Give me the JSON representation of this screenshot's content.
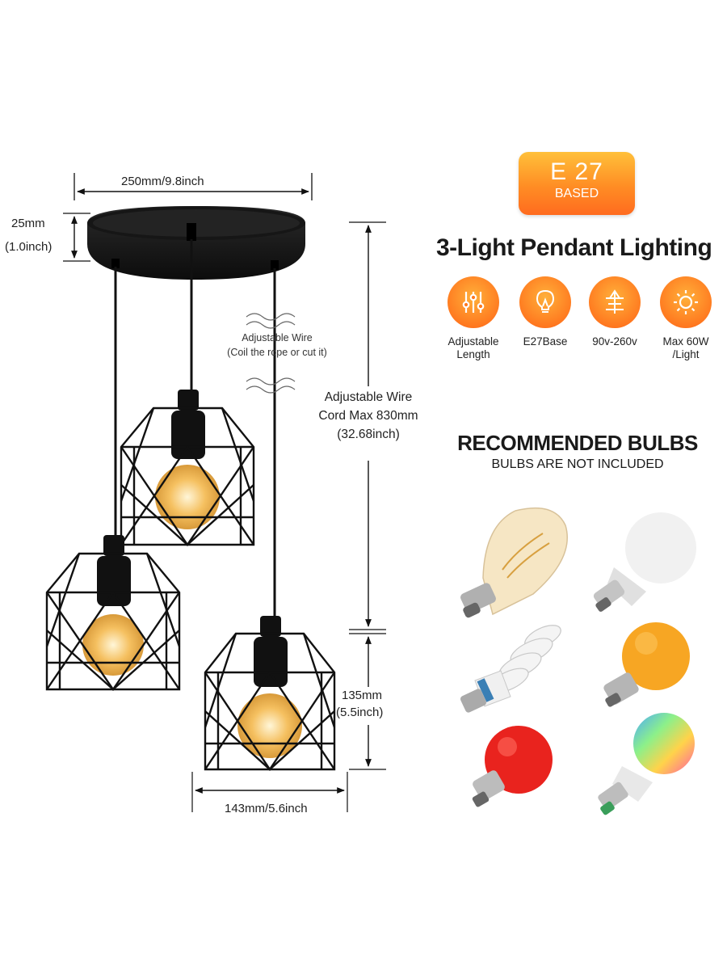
{
  "dimensions": {
    "width_top": "250mm/9.8inch",
    "canopy_height_mm": "25mm",
    "canopy_height_in": "(1.0inch)",
    "wire_note_line1": "Adjustable Wire",
    "wire_note_line2": "(Coil the rope or cut it)",
    "cord_line1": "Adjustable Wire",
    "cord_line2": "Cord Max 830mm",
    "cord_line3": "(32.68inch)",
    "shade_height_mm": "135mm",
    "shade_height_in": "(5.5inch)",
    "shade_width": "143mm/5.6inch"
  },
  "badge": {
    "line1": "E 27",
    "line2": "BASED"
  },
  "title": "3-Light Pendant Lighting",
  "features": [
    {
      "icon": "sliders-icon",
      "label": "Adjustable\nLength"
    },
    {
      "icon": "bulb-icon",
      "label": "E27Base"
    },
    {
      "icon": "voltage-icon",
      "label": "90v-260v"
    },
    {
      "icon": "sun-icon",
      "label": "Max 60W\n/Light"
    }
  ],
  "recommended": {
    "heading": "RECOMMENDED BULBS",
    "subheading": "BULBS ARE NOT INCLUDED",
    "bulbs": [
      {
        "icon": "edison-filament-bulb-icon"
      },
      {
        "icon": "white-led-bulb-icon"
      },
      {
        "icon": "spiral-cfl-bulb-icon"
      },
      {
        "icon": "orange-globe-bulb-icon"
      },
      {
        "icon": "red-globe-bulb-icon"
      },
      {
        "icon": "rgb-smart-bulb-icon"
      }
    ]
  },
  "colors": {
    "accent": "#ff7a20",
    "badge_top": "#ffc03a",
    "metal": "#111111",
    "bulb_glow": "#f5c060"
  }
}
